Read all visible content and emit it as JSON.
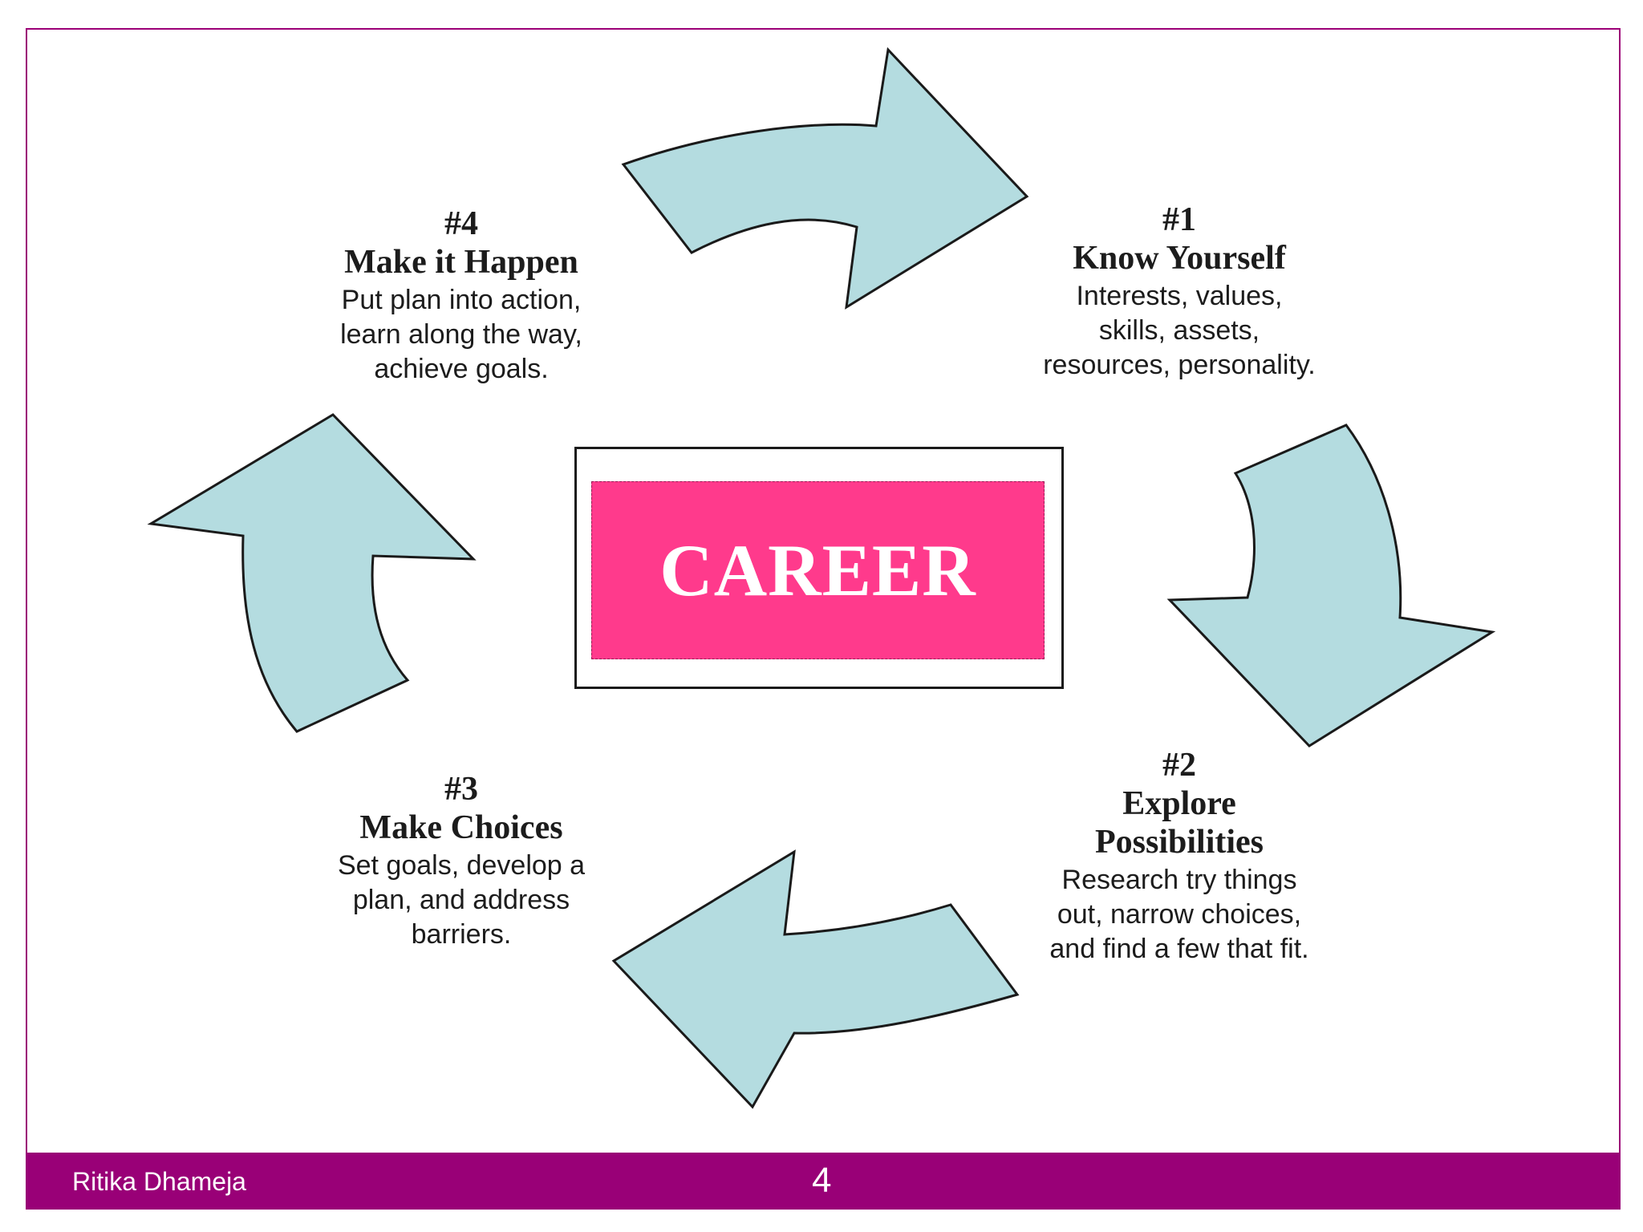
{
  "steps": [
    {
      "number": "#1",
      "title": "Know Yourself",
      "lines": [
        "Interests, values,",
        "skills, assets,",
        "resources, personality."
      ]
    },
    {
      "number": "#2",
      "title_lines": [
        "Explore",
        "Possibilities"
      ],
      "lines": [
        "Research try things",
        "out, narrow choices,",
        "and find a few that fit."
      ]
    },
    {
      "number": "#3",
      "title": "Make Choices",
      "lines": [
        "Set goals, develop a",
        "plan, and address",
        "barriers."
      ]
    },
    {
      "number": "#4",
      "title": "Make it Happen",
      "lines": [
        "Put plan into action,",
        "learn along the way,",
        "achieve goals."
      ]
    }
  ],
  "center": {
    "label": "CAREER"
  },
  "footer": {
    "author": "Ritika Dhameja",
    "page_number": "4"
  },
  "colors": {
    "arrow_fill": "#b4dce0",
    "center_fill": "#ff3a8c",
    "footer_bar": "#990077",
    "frame_border": "#9c0077"
  }
}
